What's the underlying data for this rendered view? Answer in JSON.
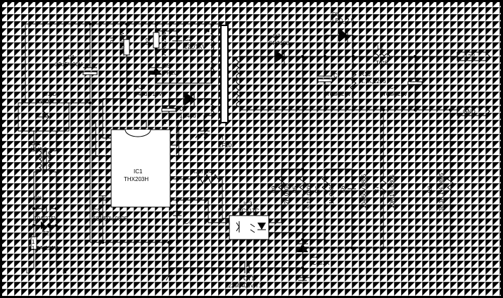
{
  "labels": {
    "C1": "C1",
    "C1v": "33uF/400V",
    "R1": "R1",
    "R1v": "2.2M,1/2W",
    "R2": "R2",
    "R2v": "72K,1/2W",
    "C2": "C2",
    "C2v": "222/1KV",
    "D5": "D5",
    "D5v": "FR107",
    "C5": "C5",
    "C5v": "47uF/16V",
    "D6": "D6",
    "D6v": "1N4007",
    "D14": "D1-D4",
    "D14v": "1N4007*4",
    "LF1": "LF1",
    "LF1v": "UU9.8",
    "IC1": "IC1",
    "IC1v": "THX203H",
    "T1": "T1",
    "T1v": "EF20",
    "D7": "D7",
    "D7v": "SR3100",
    "D8": "D8",
    "D8v": "LED_2.5",
    "L2": "L2",
    "L2v": "T6*8",
    "V12": "+12V",
    "GND": "GND",
    "C7": "C7",
    "C7v": "470uF/25V",
    "R10": "R10",
    "R10v": "4.7K,1206",
    "C8": "C8",
    "C8v": "470uF/25V",
    "R34": "R3 // R4",
    "R9": "R9",
    "R9v": "2K,0805",
    "R5": "R5",
    "R5v": "5.1K,0805",
    "R6": "R6",
    "R6v": "1K,0805",
    "C6": "C6",
    "C6v": "104/50V,0805",
    "R7": "R7",
    "R7v": "10K,1%,0805",
    "R8": "R8",
    "R8v": "38.3K,1%,0805",
    "IC3": "IC3",
    "IC3v": "PC817C",
    "IC2": "IC2",
    "IC2v": "TL431A",
    "C3": "C3",
    "C3v": "681/50V,0805",
    "C4": "C4",
    "CX1": "CX1",
    "CX1v": "104/275V",
    "TZ1": "TZ1",
    "F1": "F1",
    "F1v": "F1.5A/250V",
    "L": "L",
    "N": "N",
    "CY1": "CY1",
    "CY1v": "222M/400V,Y1"
  }
}
